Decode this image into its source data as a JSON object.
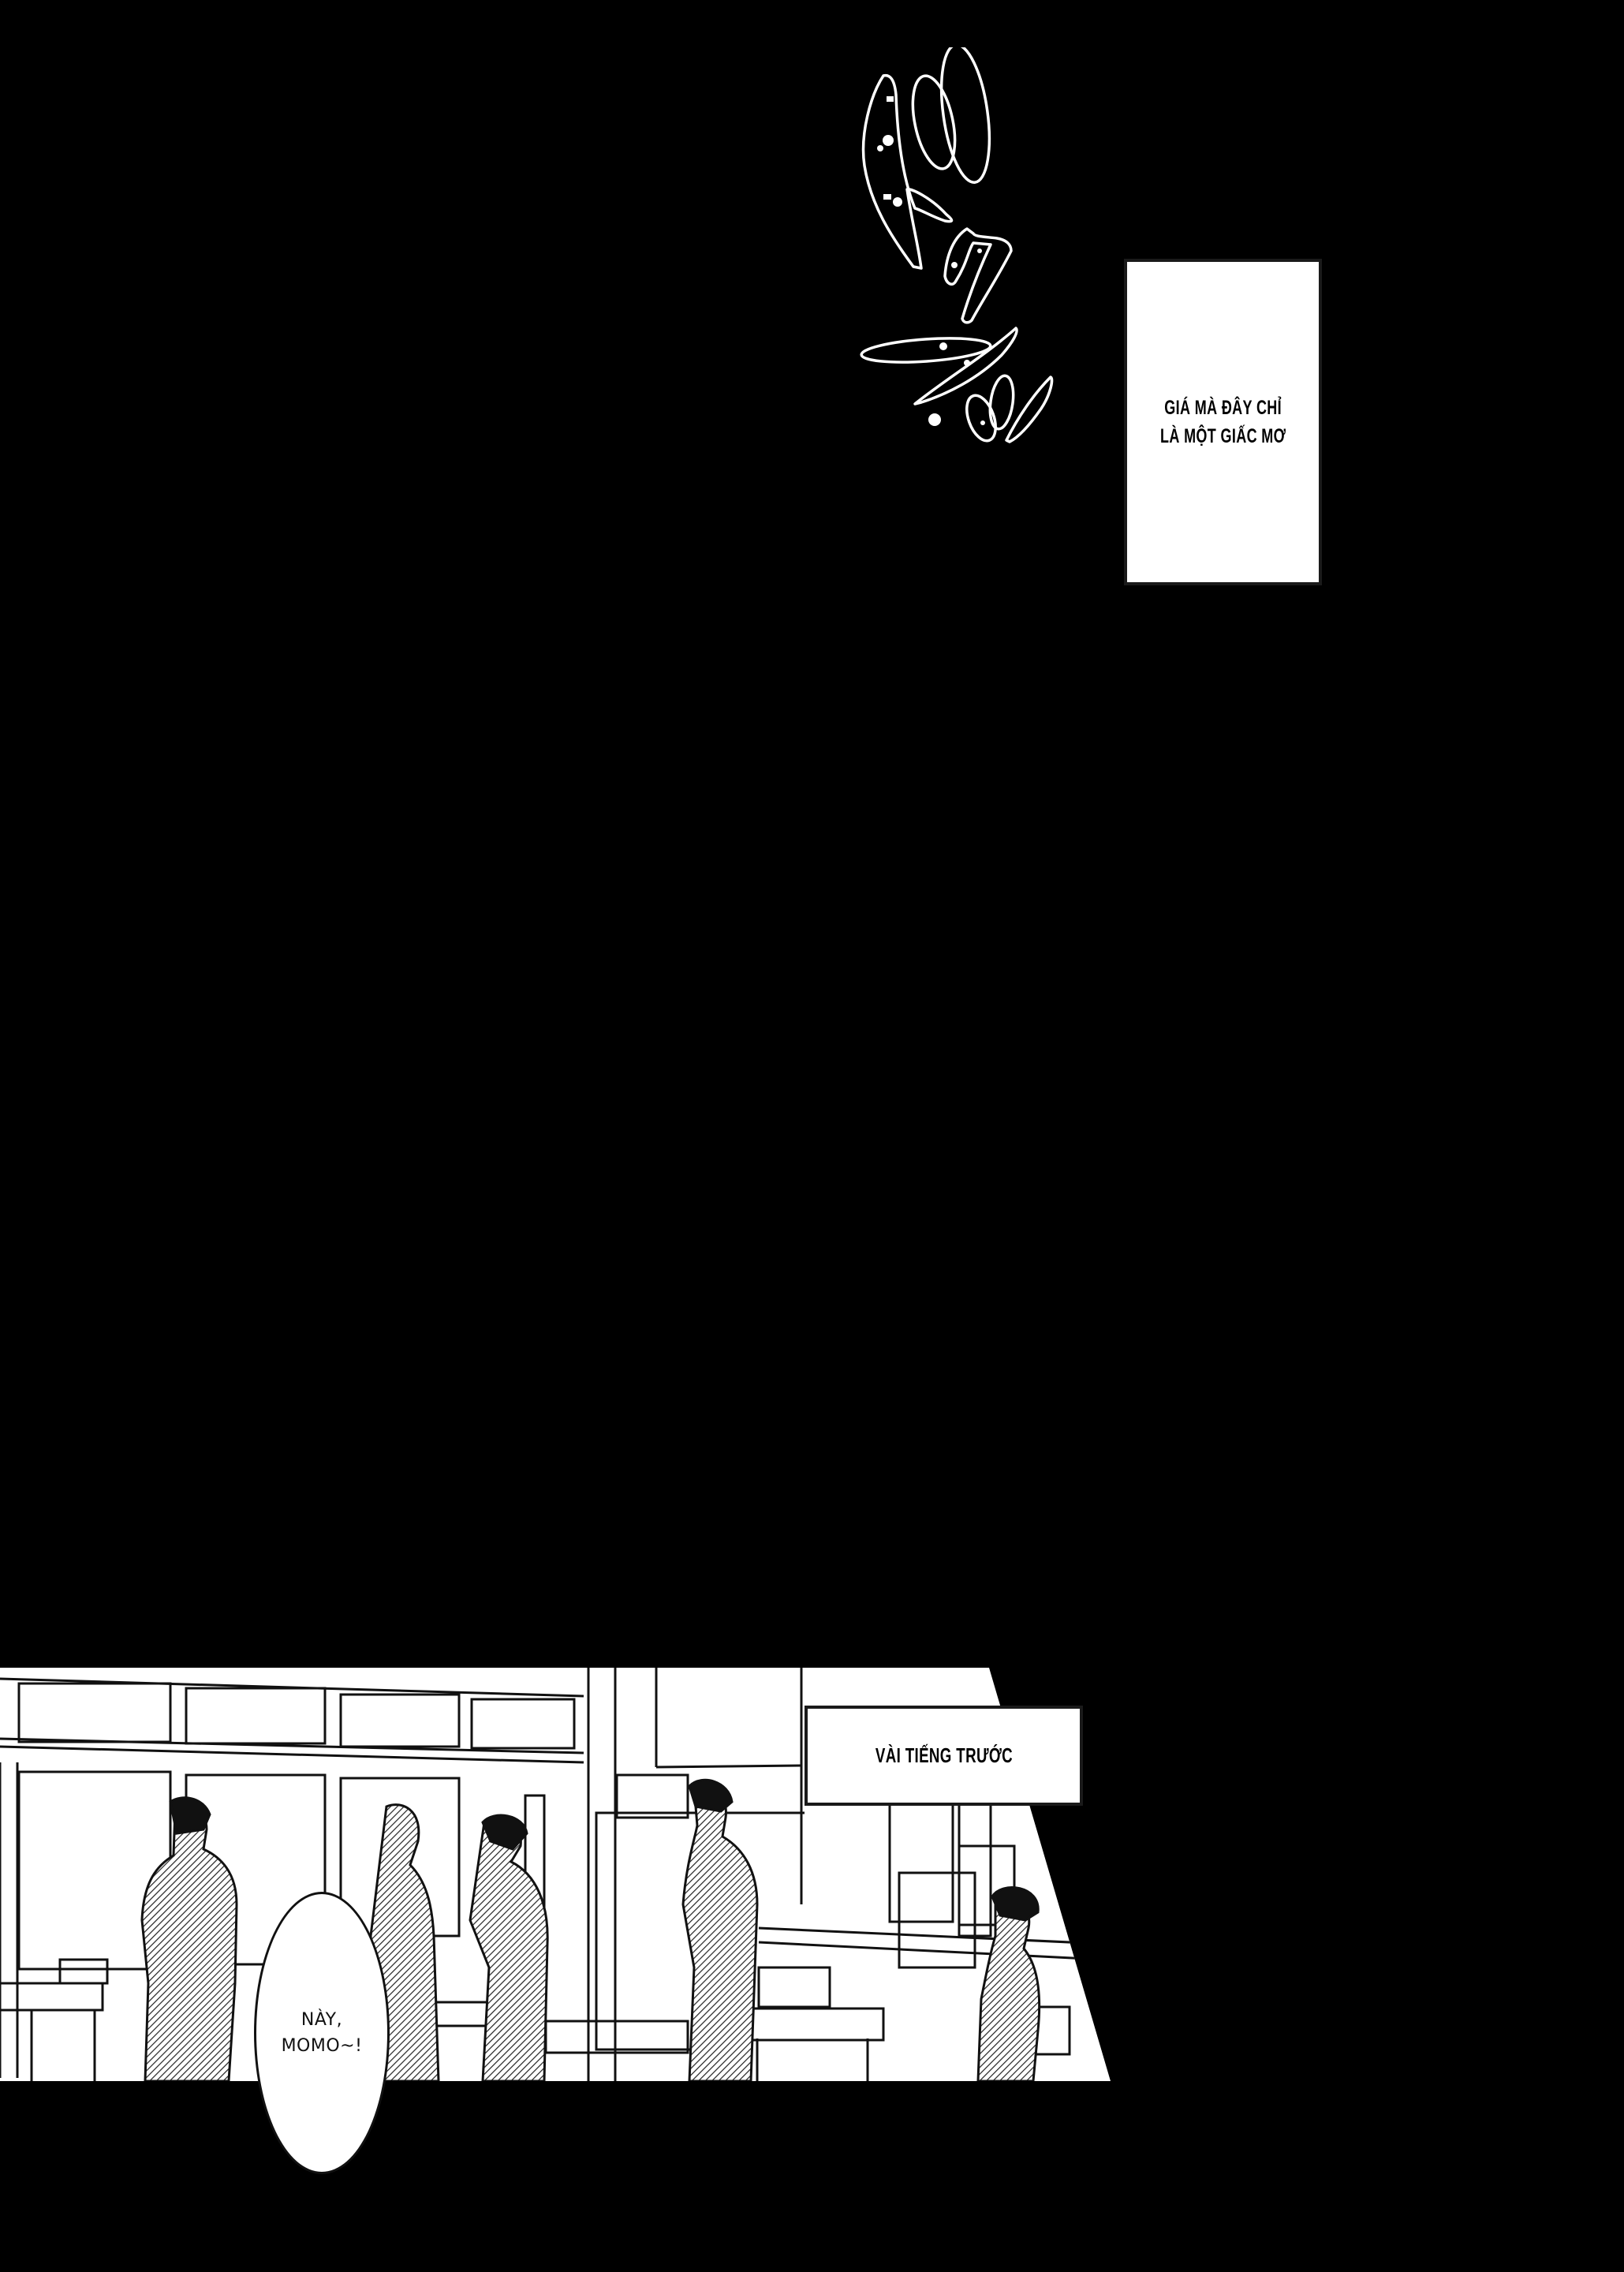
{
  "page": {
    "background": "#000000",
    "type": "manga-page"
  },
  "sfx": {
    "icon": "sfx-lettering-icon",
    "description": "white-outlined hand-drawn sound effect lettering"
  },
  "captions": [
    {
      "id": "caption-dream",
      "lines": [
        "GIÁ MÀ ĐÂY CHỈ",
        "LÀ MỘT GIẤC MƠ"
      ]
    },
    {
      "id": "caption-time",
      "lines": [
        "VÀI TIẾNG TRƯỚC"
      ]
    }
  ],
  "panel": {
    "scene": "classroom",
    "characters": 5
  },
  "speech_bubbles": [
    {
      "id": "bubble-momo",
      "lines": [
        "NÀY,",
        "MOMO~!"
      ]
    }
  ]
}
